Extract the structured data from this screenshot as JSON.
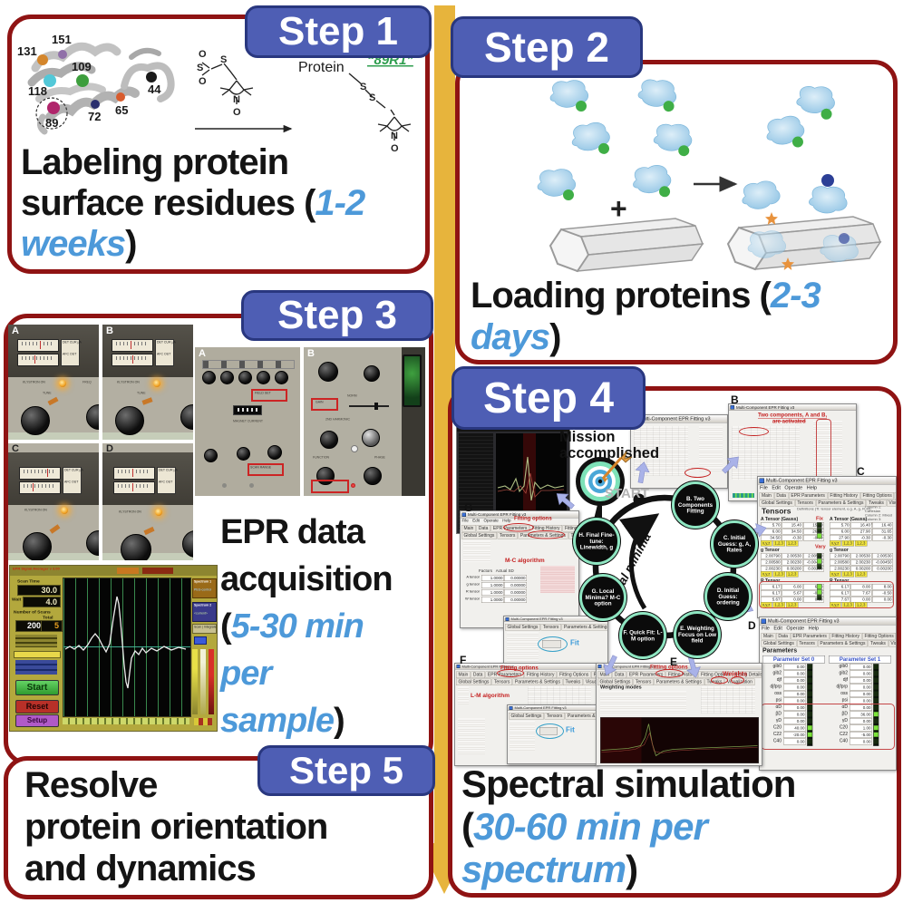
{
  "colors": {
    "panel_border_red": "#8f1313",
    "badge_blue": "#4e5eb4",
    "arrow_yellow": "#e7b43c",
    "accent_blue": "#4d99d9",
    "annotation_red": "#c52222"
  },
  "step1": {
    "badge": "Step 1",
    "caption": {
      "line1": "Labeling protein",
      "line2a": "surface residues (",
      "line2b": "1-2",
      "line3a": "weeks",
      "line3b": ")"
    },
    "residues": [
      {
        "label": "131",
        "color": "#d4862c"
      },
      {
        "label": "151",
        "color": "#9070a8"
      },
      {
        "label": "109",
        "color": "#3d9e3d"
      },
      {
        "label": "118",
        "color": "#52c8d8"
      },
      {
        "label": "89",
        "color": "#b0256b"
      },
      {
        "label": "72",
        "color": "#2b2f6e"
      },
      {
        "label": "65",
        "color": "#d85c2e"
      },
      {
        "label": "44",
        "color": "#1a1a1a"
      }
    ],
    "reaction": {
      "protein": "Protein",
      "product": "“89R1”",
      "atom_o": "O",
      "atom_s": "S",
      "atom_n": "N"
    }
  },
  "step2": {
    "badge": "Step 2",
    "plus": "+",
    "caption": {
      "line1a": "Loading proteins (",
      "line1b": "2-3",
      "line2a": "days",
      "line2b": ")"
    }
  },
  "step3": {
    "badge": "Step 3",
    "caption": {
      "line1": "EPR data",
      "line2": "acquisition",
      "line3a": "(",
      "line3b": "5-30 min",
      "line4": "per",
      "line5a": "sample",
      "line5b": ")"
    },
    "photos": {
      "a": "A",
      "b": "B",
      "c": "C",
      "d": "D"
    },
    "meter": {
      "det_cur": "DET CUR µA",
      "afc_out": "AFC OUT",
      "klystron": "KLYSTRON ON",
      "tune": "TUNE",
      "stby": "STBY",
      "oper": "OPER",
      "freq": "FREQ"
    },
    "panel_a": {
      "label": "A",
      "field_set": "FIELD SET",
      "magnet_current": "MAGNET CURRENT",
      "scan_range": "SCAN RANGE"
    },
    "panel_b": {
      "label": "B",
      "gain": "GAIN",
      "norm": "NORM",
      "harmonic": "2ND HARMONIC",
      "function": "FUNCTION",
      "phase": "PHASE"
    },
    "labview": {
      "title": "EPR Signal Averager v 3.00",
      "scan_time_label": "Scan Time",
      "scan_time": "30.0",
      "wait_label": "Wait Time",
      "wait_time": "4.0",
      "scans_label": "Number of Scans",
      "scans": "200",
      "total_label": "Total",
      "total": "5",
      "start": "Start",
      "reset": "Reset",
      "setup": "Setup",
      "spectrum1": "Spectrum 1",
      "spectrum1_sub": "PEG-control",
      "spectrum2": "Spectrum 2",
      "spectrum2_sub": "<current>",
      "tab_scan": "Scan",
      "tab_integrate": "Integrate"
    }
  },
  "step4": {
    "badge": "Step 4",
    "caption": {
      "line1": "Spectral simulation",
      "line2a": "(",
      "line2b": "30-60 min per",
      "line3a": "spectrum",
      "line3b": ")"
    },
    "mission1": "Mission",
    "mission2": "accomplished",
    "start": "START",
    "local_minima": "Local minima",
    "nodes": [
      "B. Two Components Fitting",
      "C. Initial Guess: g, A, Rates",
      "D. Initial Guess: ordering",
      "E. Weighting Focus on Low field",
      "F. Quick Fit: L-M option",
      "G. Local Minima? M-C option",
      "H. Final Fine-tune: Linewidth, g"
    ],
    "letters": {
      "b": "B",
      "c": "C",
      "d": "D",
      "e": "E",
      "f": "F",
      "g": "G"
    },
    "annotations": {
      "two_components1": "Two components, A and B,",
      "two_components2": "are activated",
      "fitting_options": "Fitting options",
      "mc_algorithm": "M-C algorithm",
      "lm_algorithm": "L-M algorithm",
      "weights": "Weights",
      "fit": "Fit",
      "fix": "Fix",
      "vary": "Vary"
    },
    "software": {
      "title": "Multi-Component EPR Fitting v3",
      "menu": [
        "File",
        "Edit",
        "Operate",
        "Help"
      ],
      "tabs": [
        "Main",
        "Data",
        "EPR Parameters",
        "Fitting History",
        "Fitting Options",
        "Fitting Details"
      ],
      "subtabs": [
        "Global Settings",
        "Tensors",
        "Parameters & Settings",
        "Tweaks",
        "Visualization"
      ],
      "tensors_heading": "Tensors",
      "tensor_note": "Definitions (Ti: tensor element, e.g. A, g, R, H)",
      "column_notes": [
        "Column 1: Cartesian",
        "Column 2: Mixed",
        "Column 3: Spherical"
      ],
      "groups": [
        "A Tensor (Gauss)",
        "g Tensor",
        "R Tensor"
      ],
      "axis_buttons": [
        "x,y,z",
        "1,2,3",
        "1,2,3"
      ],
      "a_values": [
        "5.70",
        "15.40",
        "15.40",
        "6.00",
        "34.50",
        "26.65",
        "34.50",
        "-0.30",
        "-0.30"
      ],
      "a2_values": [
        "5.70",
        "16.40",
        "16.40",
        "6.00",
        "27.90",
        "31.65",
        "27.90",
        "-0.30",
        "-0.30"
      ],
      "g_values": [
        "2.00790",
        "2.00530",
        "2.00530",
        "2.00580",
        "2.00230",
        "-0.00450",
        "2.00230",
        "0.00200",
        "0.00200"
      ],
      "g2_values": [
        "2.00790",
        "2.00530",
        "2.00530",
        "2.00580",
        "2.00230",
        "-0.00450",
        "2.00230",
        "0.00200",
        "0.00200"
      ],
      "r_values": [
        "6.17",
        "6.00",
        "6.00",
        "6.17",
        "5.67",
        "-0.50",
        "5.67",
        "0.00",
        "0.00"
      ],
      "r2_values": [
        "6.17",
        "8.00",
        "8.00",
        "6.17",
        "7.67",
        "-0.50",
        "7.67",
        "0.00",
        "0.00"
      ],
      "weighting_heading": "Weighting modes",
      "factors_header": [
        "Factors",
        "Actual SD"
      ],
      "factor_rows": [
        "A tensor",
        "g tensor",
        "R tensor",
        "W tensor"
      ],
      "factor_values": [
        "1.0000",
        "1.0000",
        "1.0000",
        "1.0000"
      ],
      "factor_sd": [
        "0.00000",
        "0.00000",
        "0.00000",
        "0.00000"
      ],
      "parameters_heading": "Parameters",
      "param_sets": [
        "Parameter Set 0",
        "Parameter Set 1"
      ],
      "param_rows": [
        "gib0",
        "gib2",
        "djf",
        "djfprp",
        "oss",
        "psi",
        "αD",
        "βD",
        "γD",
        "C20",
        "C22",
        "C40"
      ],
      "set0_values": [
        "0.00",
        "0.00",
        "0.00",
        "0.00",
        "0.00",
        "0.00",
        "0.00",
        "0.00",
        "0.00",
        "40.00",
        "-20.00",
        "0.00"
      ],
      "set1_values": [
        "0.00",
        "0.00",
        "0.00",
        "0.00",
        "0.00",
        "0.00",
        "0.00",
        "36.00",
        "0.00",
        "1.00",
        "-5.00",
        "0.00"
      ]
    }
  },
  "step5": {
    "badge": "Step 5",
    "line1": "Resolve",
    "line2": "protein orientation",
    "line3": "and dynamics"
  }
}
